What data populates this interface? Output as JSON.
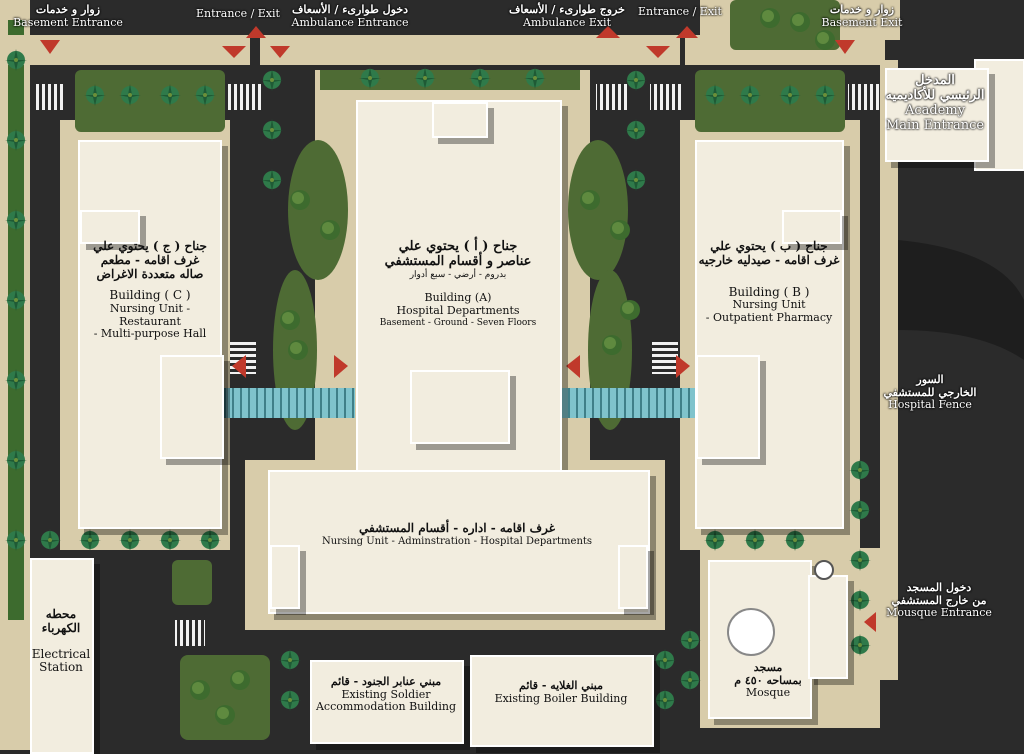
{
  "gates": {
    "basement_entrance": {
      "ar": "زوار و خدمات",
      "en": "Basement Entrance"
    },
    "entrance_exit_left": {
      "en": "Entrance / Exit"
    },
    "ambulance_entrance": {
      "ar": "دخول طوارىء / الأسعاف",
      "en": "Ambulance Entrance"
    },
    "ambulance_exit": {
      "ar": "خروج طوارىء / الأسعاف",
      "en": "Ambulance Exit"
    },
    "entrance_exit_right": {
      "en": "Entrance / Exit"
    },
    "basement_exit": {
      "ar": "زوار و خدمات",
      "en": "Basement Exit"
    }
  },
  "academy": {
    "ar1": "المدخل",
    "ar2": "الرئيسي للأكاديميه",
    "en1": "Academy",
    "en2": "Main Entrance"
  },
  "building_c": {
    "ar1": "جناح ( ج ) يحتوي علي",
    "ar2": "غرف اقامه - مطعم",
    "ar3": "صاله متعددة الاغراض",
    "en1": "Building ( C )",
    "en2": "Nursing Unit -",
    "en3": "Restaurant",
    "en4": "- Multi-purpose Hall"
  },
  "building_a": {
    "ar1": "جناح ( أ ) يحتوي علي",
    "ar2": "عناصر و أقسام المستشفي",
    "ar3": "بدروم - أرضي - سبع أدوار",
    "en1": "Building (A)",
    "en2": "Hospital Departments",
    "en3": "Basement - Ground - Seven Floors"
  },
  "building_b": {
    "ar1": "جناح ( ب ) يحتوي علي",
    "ar2": "غرف اقامه - صيدليه خارجيه",
    "en1": "Building ( B )",
    "en2": "Nursing Unit",
    "en3": "- Outpatient Pharmacy"
  },
  "building_a_base": {
    "ar": "غرف اقامه - اداره - أقسام المستشفي",
    "en": "Nursing Unit - Adminstration - Hospital Departments"
  },
  "fence": {
    "ar1": "السور",
    "ar2": "الخارجي للمستشفي",
    "en": "Hospital Fence"
  },
  "mosque_entrance": {
    "ar1": "دخول المسجد",
    "ar2": "من خارج المستشفي",
    "en": "Mousque Entrance"
  },
  "electrical": {
    "ar1": "محطه",
    "ar2": "الكهرباء",
    "en1": "Electrical",
    "en2": "Station"
  },
  "soldier": {
    "ar": "مبني عنابر الجنود - قائم",
    "en1": "Existing Soldier",
    "en2": "Accommodation Building"
  },
  "boiler": {
    "ar": "مبني الغلايه - قائم",
    "en": "Existing Boiler Building"
  },
  "mosque": {
    "ar1": "مسجد",
    "ar2": "بمساحه ٤٥٠ م",
    "en": "Mosque"
  },
  "colors": {
    "road": "#2b2b2b",
    "sidewalk": "#d8ccaa",
    "building": "#f2eddf",
    "lawn": "#4e6b34",
    "palm": "#2f7a4a",
    "bridge": "#7fc3cc",
    "arrow": "#c0392b"
  }
}
